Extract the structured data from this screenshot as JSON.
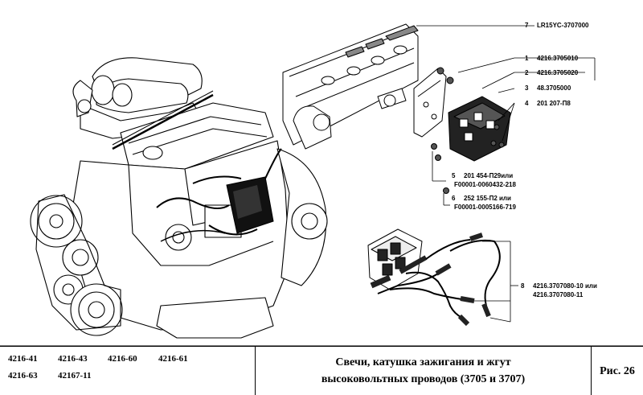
{
  "callouts": [
    {
      "num": "7",
      "parts": [
        "LR15YC-3707000"
      ]
    },
    {
      "num": "1",
      "parts": [
        "4216.3705010"
      ]
    },
    {
      "num": "2",
      "parts": [
        "4216.3705020"
      ]
    },
    {
      "num": "3",
      "parts": [
        "48.3705000"
      ]
    },
    {
      "num": "4",
      "parts": [
        "201 207-П8"
      ]
    },
    {
      "num": "5",
      "parts": [
        "201 454-П29или",
        "F00001-0060432-218"
      ]
    },
    {
      "num": "6",
      "parts": [
        "252 155-П2 или",
        "F00001-0005166-719"
      ]
    },
    {
      "num": "8",
      "parts": [
        "4216.3707080-10 или",
        "4216.3707080-11"
      ]
    }
  ],
  "models": [
    "4216-41",
    "4216-43",
    "4216-60",
    "4216-61",
    "4216-63",
    "42167-11"
  ],
  "title": {
    "line1": "Свечи, катушка зажигания и жгут",
    "line2": "высоковольтных проводов (3705 и 3707)"
  },
  "figure_label": "Рис. 26"
}
